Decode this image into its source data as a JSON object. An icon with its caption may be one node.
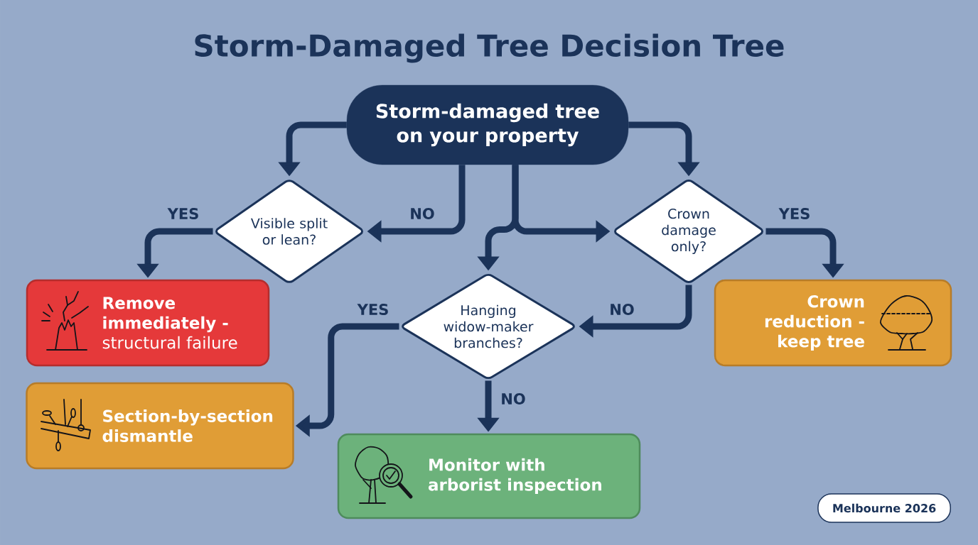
{
  "diagram": {
    "title": "Storm-Damaged Tree Decision Tree",
    "nodes": [
      {
        "text": [
          "Storm-damaged tree on your property"
        ]
      },
      {
        "text": [
          "Visible split or lean?"
        ]
      },
      {
        "text": [
          "Crown damage only?"
        ]
      },
      {
        "text": [
          "**Remove immediately -** structural failure"
        ]
      },
      {
        "text": [
          "Hanging widow-maker branches?"
        ]
      },
      {
        "text": [
          "Crown reduction - keep tree"
        ]
      },
      {
        "text": [
          "Section-by-section dismantle"
        ]
      },
      {
        "text": [
          "Monitor with arborist inspection"
        ]
      }
    ],
    "edges": [
      {
        "from": 0,
        "to": 1,
        "arrow": "to"
      },
      {
        "from": 0,
        "to": 1,
        "arrow": "to",
        "label": "NO"
      },
      {
        "from": 0,
        "to": 2,
        "arrow": "to"
      },
      {
        "from": 0,
        "to": 2,
        "arrow": "to"
      },
      {
        "from": 0,
        "to": 4,
        "arrow": "to"
      },
      {
        "from": 1,
        "to": 3,
        "arrow": "to",
        "label": "YES"
      },
      {
        "from": 2,
        "to": 5,
        "arrow": "to",
        "label": "YES"
      },
      {
        "from": 2,
        "to": 4,
        "arrow": "to",
        "label": "NO"
      },
      {
        "from": 4,
        "to": 6,
        "arrow": "to",
        "label": "YES"
      },
      {
        "from": 4,
        "to": 7,
        "arrow": "to",
        "label": "NO"
      }
    ],
    "labels": [
      "Melbourne 2026"
    ]
  }
}
